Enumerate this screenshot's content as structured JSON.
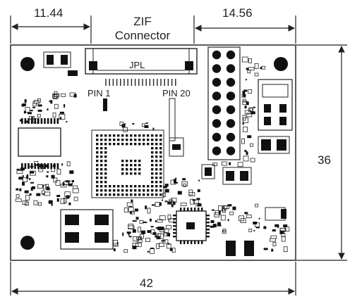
{
  "dimensions": {
    "left_offset": "11.44",
    "right_offset": "14.56",
    "height": "36",
    "width": "42"
  },
  "connector": {
    "title_line1": "ZIF",
    "title_line2": "Connector",
    "ref": "JPL",
    "pin_start": "PIN 1",
    "pin_end": "PIN 20"
  },
  "colors": {
    "outline": "#333333",
    "component": "#111111",
    "fill": "#f4f4f4"
  }
}
